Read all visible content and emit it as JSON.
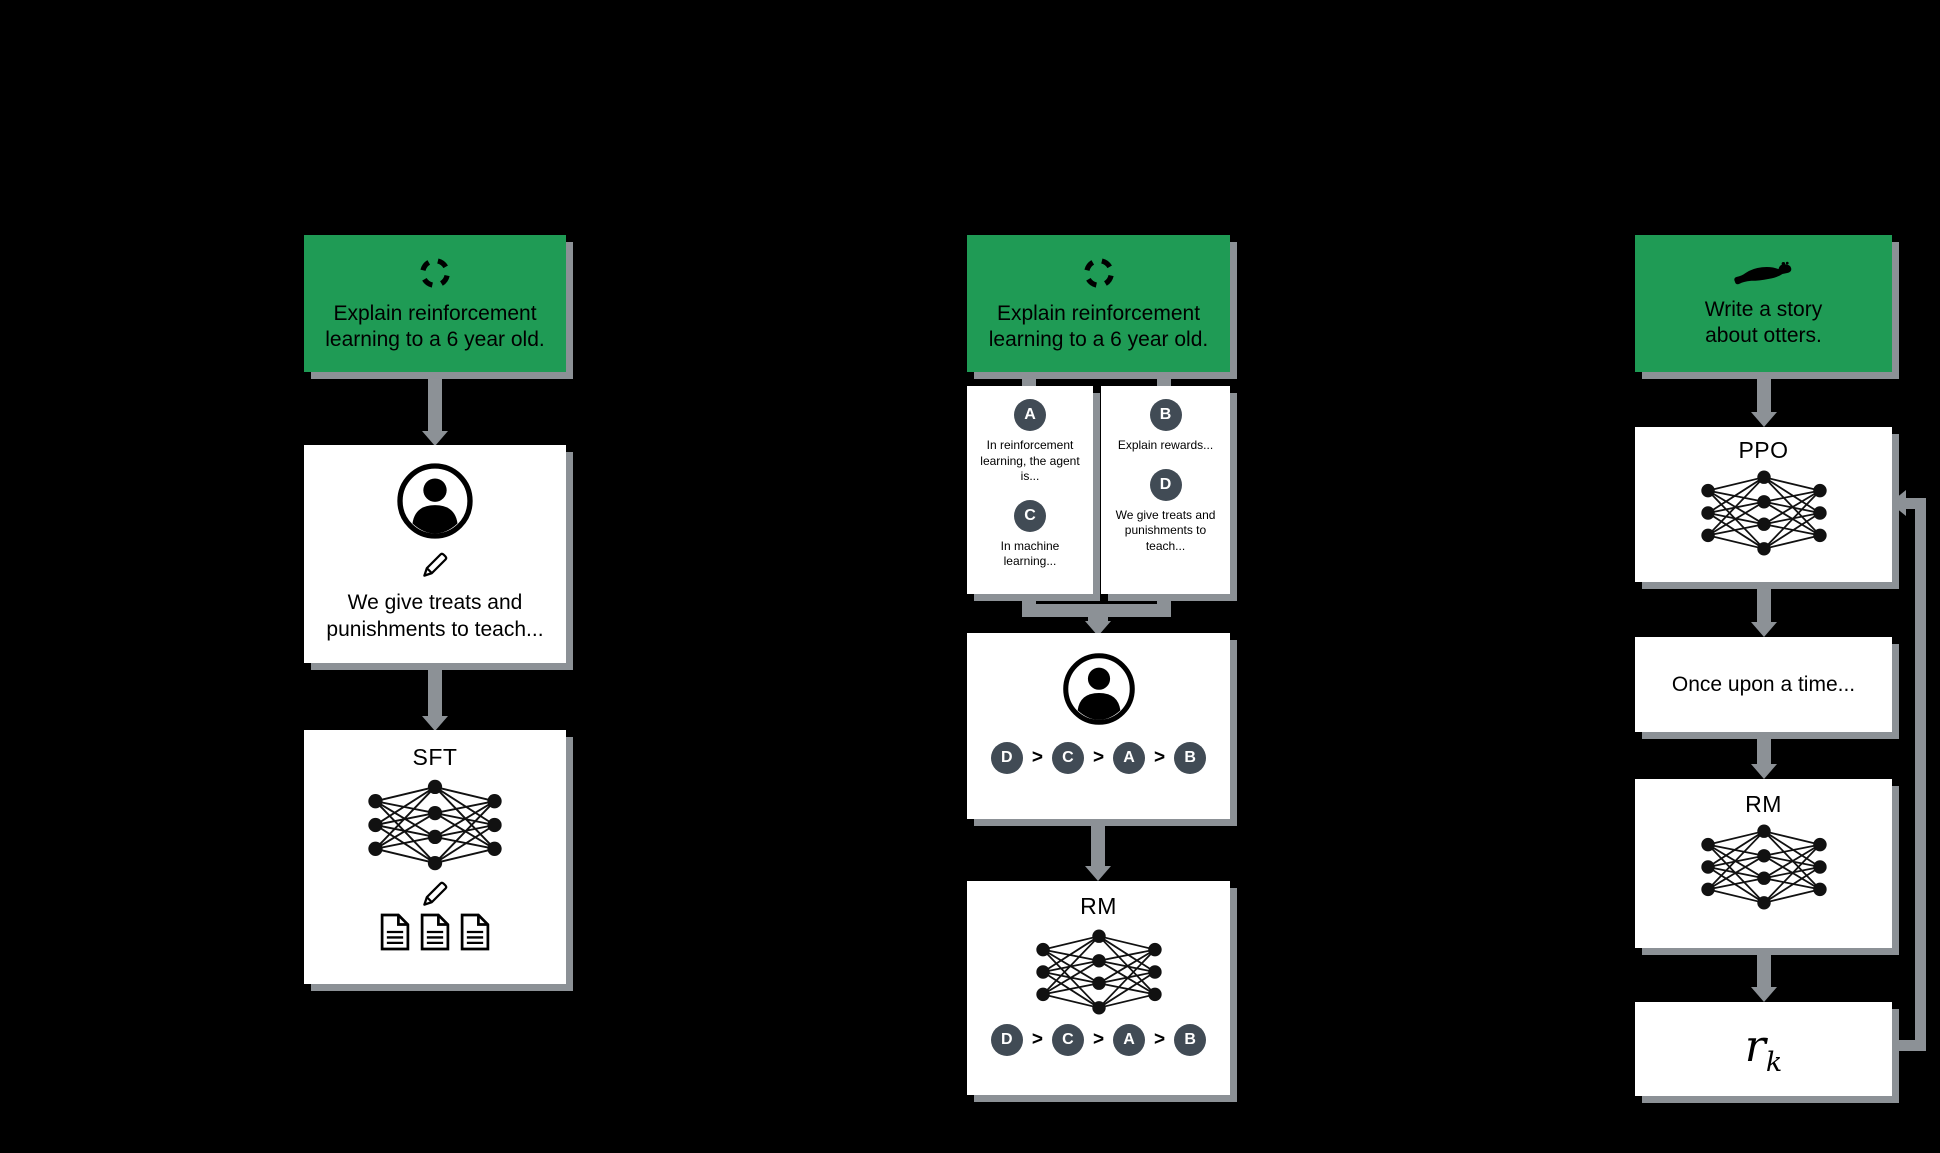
{
  "colors": {
    "background": "#000000",
    "accent_green": "#1f9b55",
    "connector_gray": "#8c9196",
    "bubble_dark": "#414b55",
    "box_white": "#ffffff"
  },
  "left": {
    "prompt": "Explain reinforcement learning to a 6 year old.",
    "prompt_icon": "cycle-icon",
    "labeler_demo": "We give treats and punishments to teach...",
    "model_label": "SFT"
  },
  "middle": {
    "prompt": "Explain reinforcement learning to a 6 year old.",
    "prompt_icon": "cycle-icon",
    "answers": [
      {
        "letter": "A",
        "text": "In reinforcement learning, the agent is..."
      },
      {
        "letter": "B",
        "text": "Explain rewards..."
      },
      {
        "letter": "C",
        "text": "In machine learning..."
      },
      {
        "letter": "D",
        "text": "We give treats and punishments to teach..."
      }
    ],
    "ranking": [
      "D",
      "C",
      "A",
      "B"
    ],
    "rank_sep": ">",
    "model_label": "RM"
  },
  "right": {
    "prompt": "Write a story about otters.",
    "prompt_icon": "otter-icon",
    "policy_label": "PPO",
    "output_text": "Once upon a time...",
    "model_label": "RM",
    "reward_base": "r",
    "reward_sub": "k"
  }
}
